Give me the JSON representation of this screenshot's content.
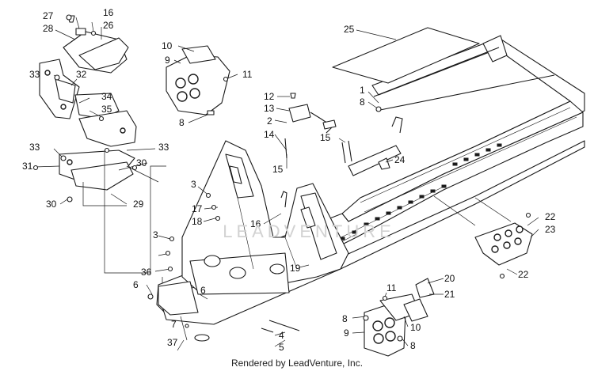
{
  "callouts": [
    {
      "id": "c27",
      "text": "27"
    },
    {
      "id": "c16a",
      "text": "16"
    },
    {
      "id": "c28",
      "text": "28"
    },
    {
      "id": "c26",
      "text": "26"
    },
    {
      "id": "c33a",
      "text": "33"
    },
    {
      "id": "c32",
      "text": "32"
    },
    {
      "id": "c34",
      "text": "34"
    },
    {
      "id": "c35",
      "text": "35"
    },
    {
      "id": "c33b",
      "text": "33"
    },
    {
      "id": "c33c",
      "text": "33"
    },
    {
      "id": "c31",
      "text": "31"
    },
    {
      "id": "c30a",
      "text": "30"
    },
    {
      "id": "c29",
      "text": "29"
    },
    {
      "id": "c30b",
      "text": "30"
    },
    {
      "id": "c10a",
      "text": "10"
    },
    {
      "id": "c9a",
      "text": "9"
    },
    {
      "id": "c11a",
      "text": "11"
    },
    {
      "id": "c8a",
      "text": "8"
    },
    {
      "id": "c12",
      "text": "12"
    },
    {
      "id": "c13",
      "text": "13"
    },
    {
      "id": "c2",
      "text": "2"
    },
    {
      "id": "c14",
      "text": "14"
    },
    {
      "id": "c15a",
      "text": "15"
    },
    {
      "id": "c25",
      "text": "25"
    },
    {
      "id": "c1",
      "text": "1"
    },
    {
      "id": "c8b",
      "text": "8"
    },
    {
      "id": "c15b",
      "text": "15"
    },
    {
      "id": "c24",
      "text": "24"
    },
    {
      "id": "c3a",
      "text": "3"
    },
    {
      "id": "c17",
      "text": "17"
    },
    {
      "id": "c18",
      "text": "18"
    },
    {
      "id": "c16b",
      "text": "16"
    },
    {
      "id": "c22a",
      "text": "22"
    },
    {
      "id": "c23",
      "text": "23"
    },
    {
      "id": "c3b",
      "text": "3"
    },
    {
      "id": "c36",
      "text": "36"
    },
    {
      "id": "c6a",
      "text": "6"
    },
    {
      "id": "c19",
      "text": "19"
    },
    {
      "id": "c6b",
      "text": "6"
    },
    {
      "id": "c7",
      "text": "7"
    },
    {
      "id": "c22b",
      "text": "22"
    },
    {
      "id": "c20",
      "text": "20"
    },
    {
      "id": "c21",
      "text": "21"
    },
    {
      "id": "c11b",
      "text": "11"
    },
    {
      "id": "c8c",
      "text": "8"
    },
    {
      "id": "c10b",
      "text": "10"
    },
    {
      "id": "c9b",
      "text": "9"
    },
    {
      "id": "c8d",
      "text": "8"
    },
    {
      "id": "c37",
      "text": "37"
    },
    {
      "id": "c4",
      "text": "4"
    },
    {
      "id": "c5",
      "text": "5"
    }
  ],
  "watermark": "LEADVENTURE",
  "credit": "Rendered by LeadVenture, Inc."
}
